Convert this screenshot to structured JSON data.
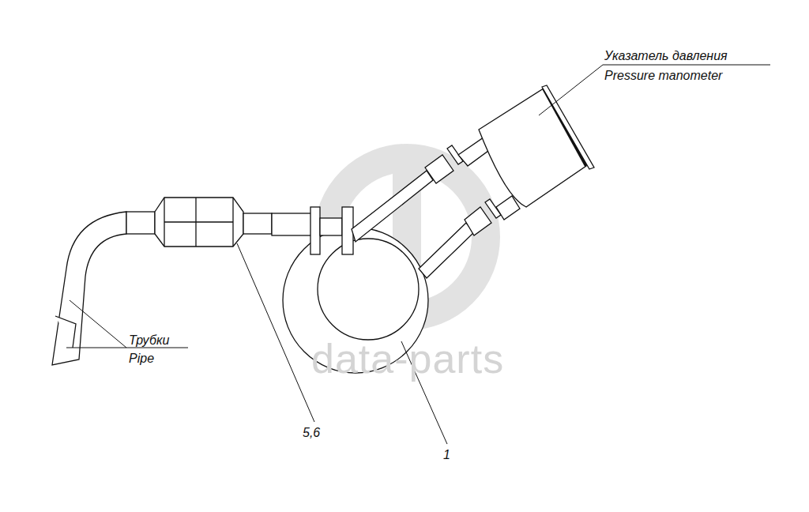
{
  "diagram": {
    "labels": [
      "Указатель давления",
      "Pressure manometer",
      "Трубки",
      "Pipe",
      "5,6",
      "1",
      "data-parts"
    ]
  }
}
